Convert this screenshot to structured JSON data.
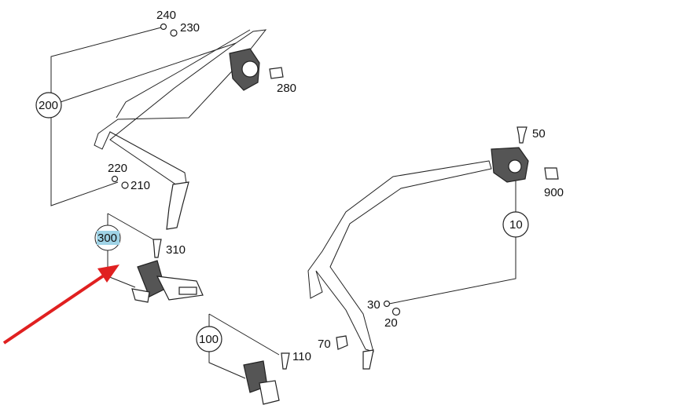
{
  "diagram": {
    "labels": {
      "p240": "240",
      "p230": "230",
      "p280": "280",
      "p200": "200",
      "p220": "220",
      "p210": "210",
      "p300": "300",
      "p310": "310",
      "p50": "50",
      "p900": "900",
      "p10": "10",
      "p30": "30",
      "p20": "20",
      "p70": "70",
      "p100": "100",
      "p110": "110"
    },
    "highlighted_part": "300",
    "colors": {
      "highlight": "#9fd3e6",
      "arrow": "#e02020",
      "line": "#222222"
    }
  }
}
